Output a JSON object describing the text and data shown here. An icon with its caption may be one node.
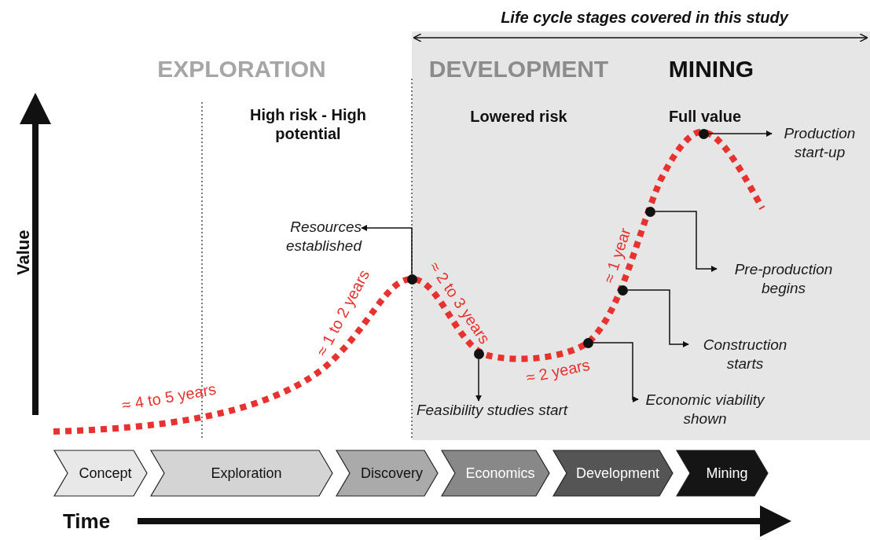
{
  "diagram": {
    "nodes": [
      {
        "text": [
          "Resources established"
        ]
      },
      {
        "text": [
          "Feasibility studies start"
        ]
      },
      {
        "text": [
          "Economic viability shown"
        ]
      },
      {
        "text": [
          "Construction starts"
        ]
      },
      {
        "text": [
          "Pre-production begins"
        ]
      },
      {
        "text": [
          "Production start-up"
        ]
      },
      {
        "text": [],
        "shape": "circle"
      },
      {
        "text": [],
        "shape": "circle"
      },
      {
        "text": [],
        "shape": "circle"
      },
      {
        "text": [],
        "shape": "circle"
      },
      {
        "text": [],
        "shape": "circle"
      },
      {
        "text": [],
        "shape": "circle"
      },
      {
        "text": [
          "Concept"
        ]
      },
      {
        "text": [
          "Exploration"
        ]
      },
      {
        "text": [
          "Discovery"
        ]
      },
      {
        "text": [
          "Economics"
        ]
      },
      {
        "text": [
          "Development"
        ]
      },
      {
        "text": [
          "Mining"
        ]
      }
    ],
    "edges": [
      {
        "from": 6,
        "to": 0,
        "arrow": "to"
      },
      {
        "from": 7,
        "to": 1,
        "arrow": "to"
      },
      {
        "from": 8,
        "to": 2,
        "arrow": "to"
      },
      {
        "from": 9,
        "to": 3,
        "arrow": "to"
      },
      {
        "from": 10,
        "to": 4,
        "arrow": "to"
      },
      {
        "from": 11,
        "to": 5,
        "arrow": "to"
      }
    ],
    "labels": [
      "Life cycle stages covered in this study",
      "EXPLORATION",
      "DEVELOPMENT",
      "MINING",
      "High risk - High potential",
      "Lowered risk",
      "Full value",
      "Value",
      "≈ 4 to 5 years",
      "≈ 1 to 2 years",
      "≈ 2 to 3 years",
      "≈ 2 years",
      "≈ 1 year",
      "Time"
    ]
  }
}
